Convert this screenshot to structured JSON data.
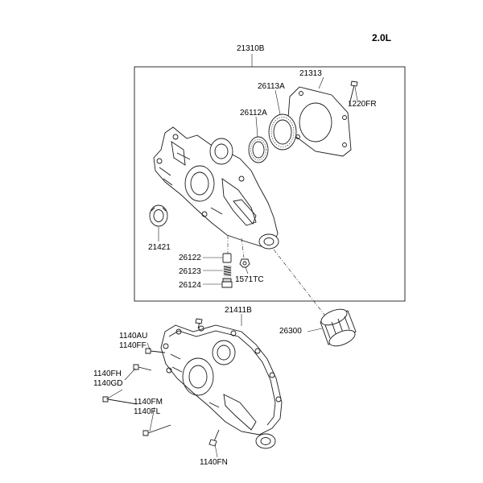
{
  "engine_label": "2.0L",
  "parts": {
    "upper_cover": "21310B",
    "gasket": "21313",
    "bolt_1220fr": "1220FR",
    "outer_gear": "26113A",
    "inner_gear": "26112A",
    "oil_seal": "21421",
    "plunger": "26122",
    "spring": "26123",
    "plug": "26124",
    "plug_1571tc": "1571TC",
    "oil_filter": "26300",
    "lower_cover": "21411B",
    "bolt_1140au": "1140AU",
    "bolt_1140ff": "1140FF",
    "bolt_1140fh": "1140FH",
    "bolt_1140gd": "1140GD",
    "bolt_1140fm": "1140FM",
    "bolt_1140fl": "1140FL",
    "bolt_1140fn": "1140FN"
  }
}
